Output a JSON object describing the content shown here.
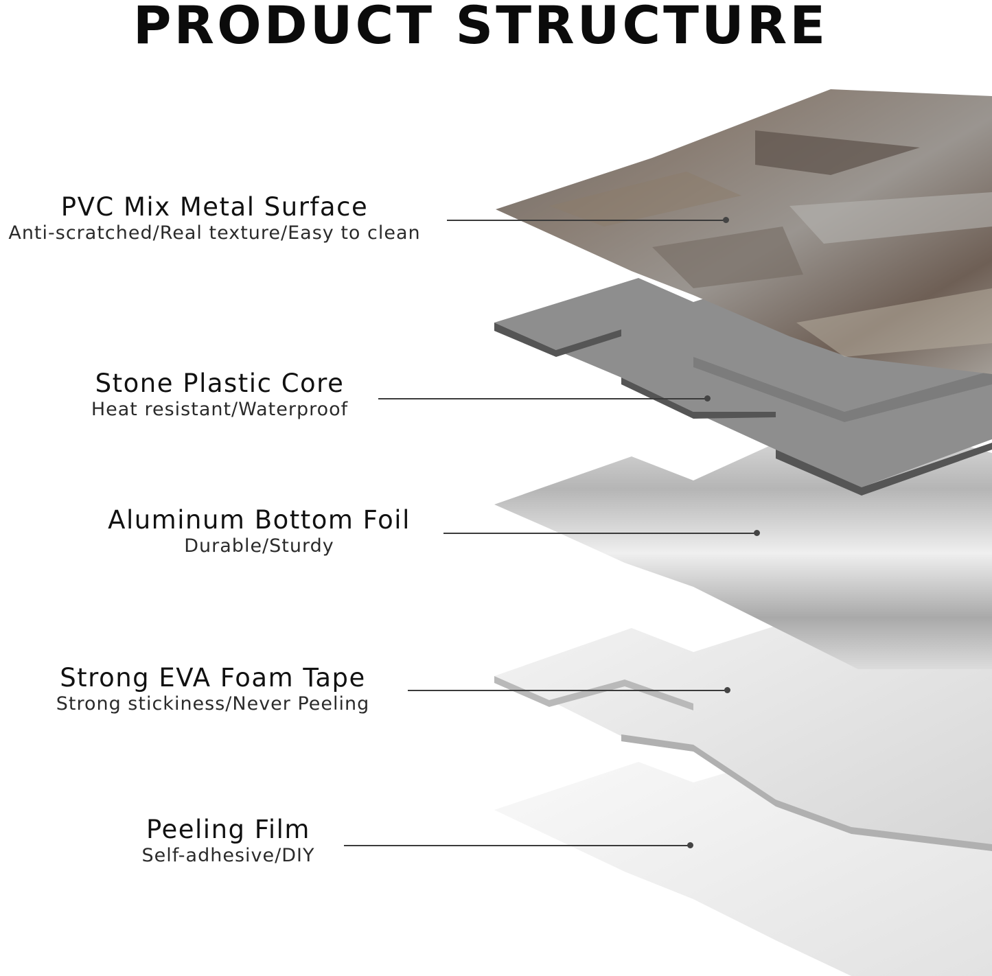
{
  "title": "PRODUCT STRUCTURE",
  "layers": [
    {
      "name": "PVC Mix Metal Surface",
      "desc": "Anti-scratched/Real texture/Easy to clean"
    },
    {
      "name": "Stone Plastic Core",
      "desc": "Heat resistant/Waterproof"
    },
    {
      "name": "Aluminum Bottom Foil",
      "desc": "Durable/Sturdy"
    },
    {
      "name": "Strong EVA Foam Tape",
      "desc": "Strong stickiness/Never Peeling"
    },
    {
      "name": "Peeling Film",
      "desc": "Self-adhesive/DIY"
    }
  ],
  "colors": {
    "surface": "#7d7873",
    "core": "#8e8e8e",
    "core_edge": "#5a5a5a",
    "foil": "#c9c9c9",
    "foam": "#e6e6e6",
    "film": "#eeeeee"
  }
}
